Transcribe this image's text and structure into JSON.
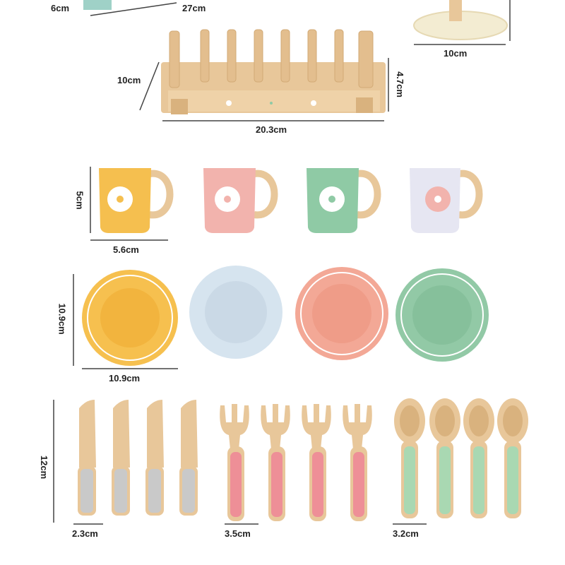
{
  "dimensions": {
    "top_left_height": "6cm",
    "top_box_width": "27cm",
    "stand_width": "10cm",
    "rack_depth": "10cm",
    "rack_height": "4.7cm",
    "rack_width": "20.3cm",
    "cup_height": "5cm",
    "cup_width": "5.6cm",
    "plate_height": "10.9cm",
    "plate_width": "10.9cm",
    "utensil_length": "12cm",
    "knife_width": "2.3cm",
    "fork_width": "3.5cm",
    "spoon_width": "3.2cm"
  },
  "colors": {
    "wood": "#e8c79a",
    "wood_dark": "#d9b27e",
    "yellow": "#f5bf4f",
    "pink": "#f2b3ad",
    "mint": "#8fcaa5",
    "lavender": "#e6e6f2",
    "plate_yellow": "#f6c04f",
    "plate_blue": "#d6e4ef",
    "plate_peach": "#f3a896",
    "plate_green": "#92c9a6",
    "knife_grey": "#c9c9c9",
    "fork_pink": "#ee8f97",
    "spoon_green": "#a9d8b2"
  }
}
